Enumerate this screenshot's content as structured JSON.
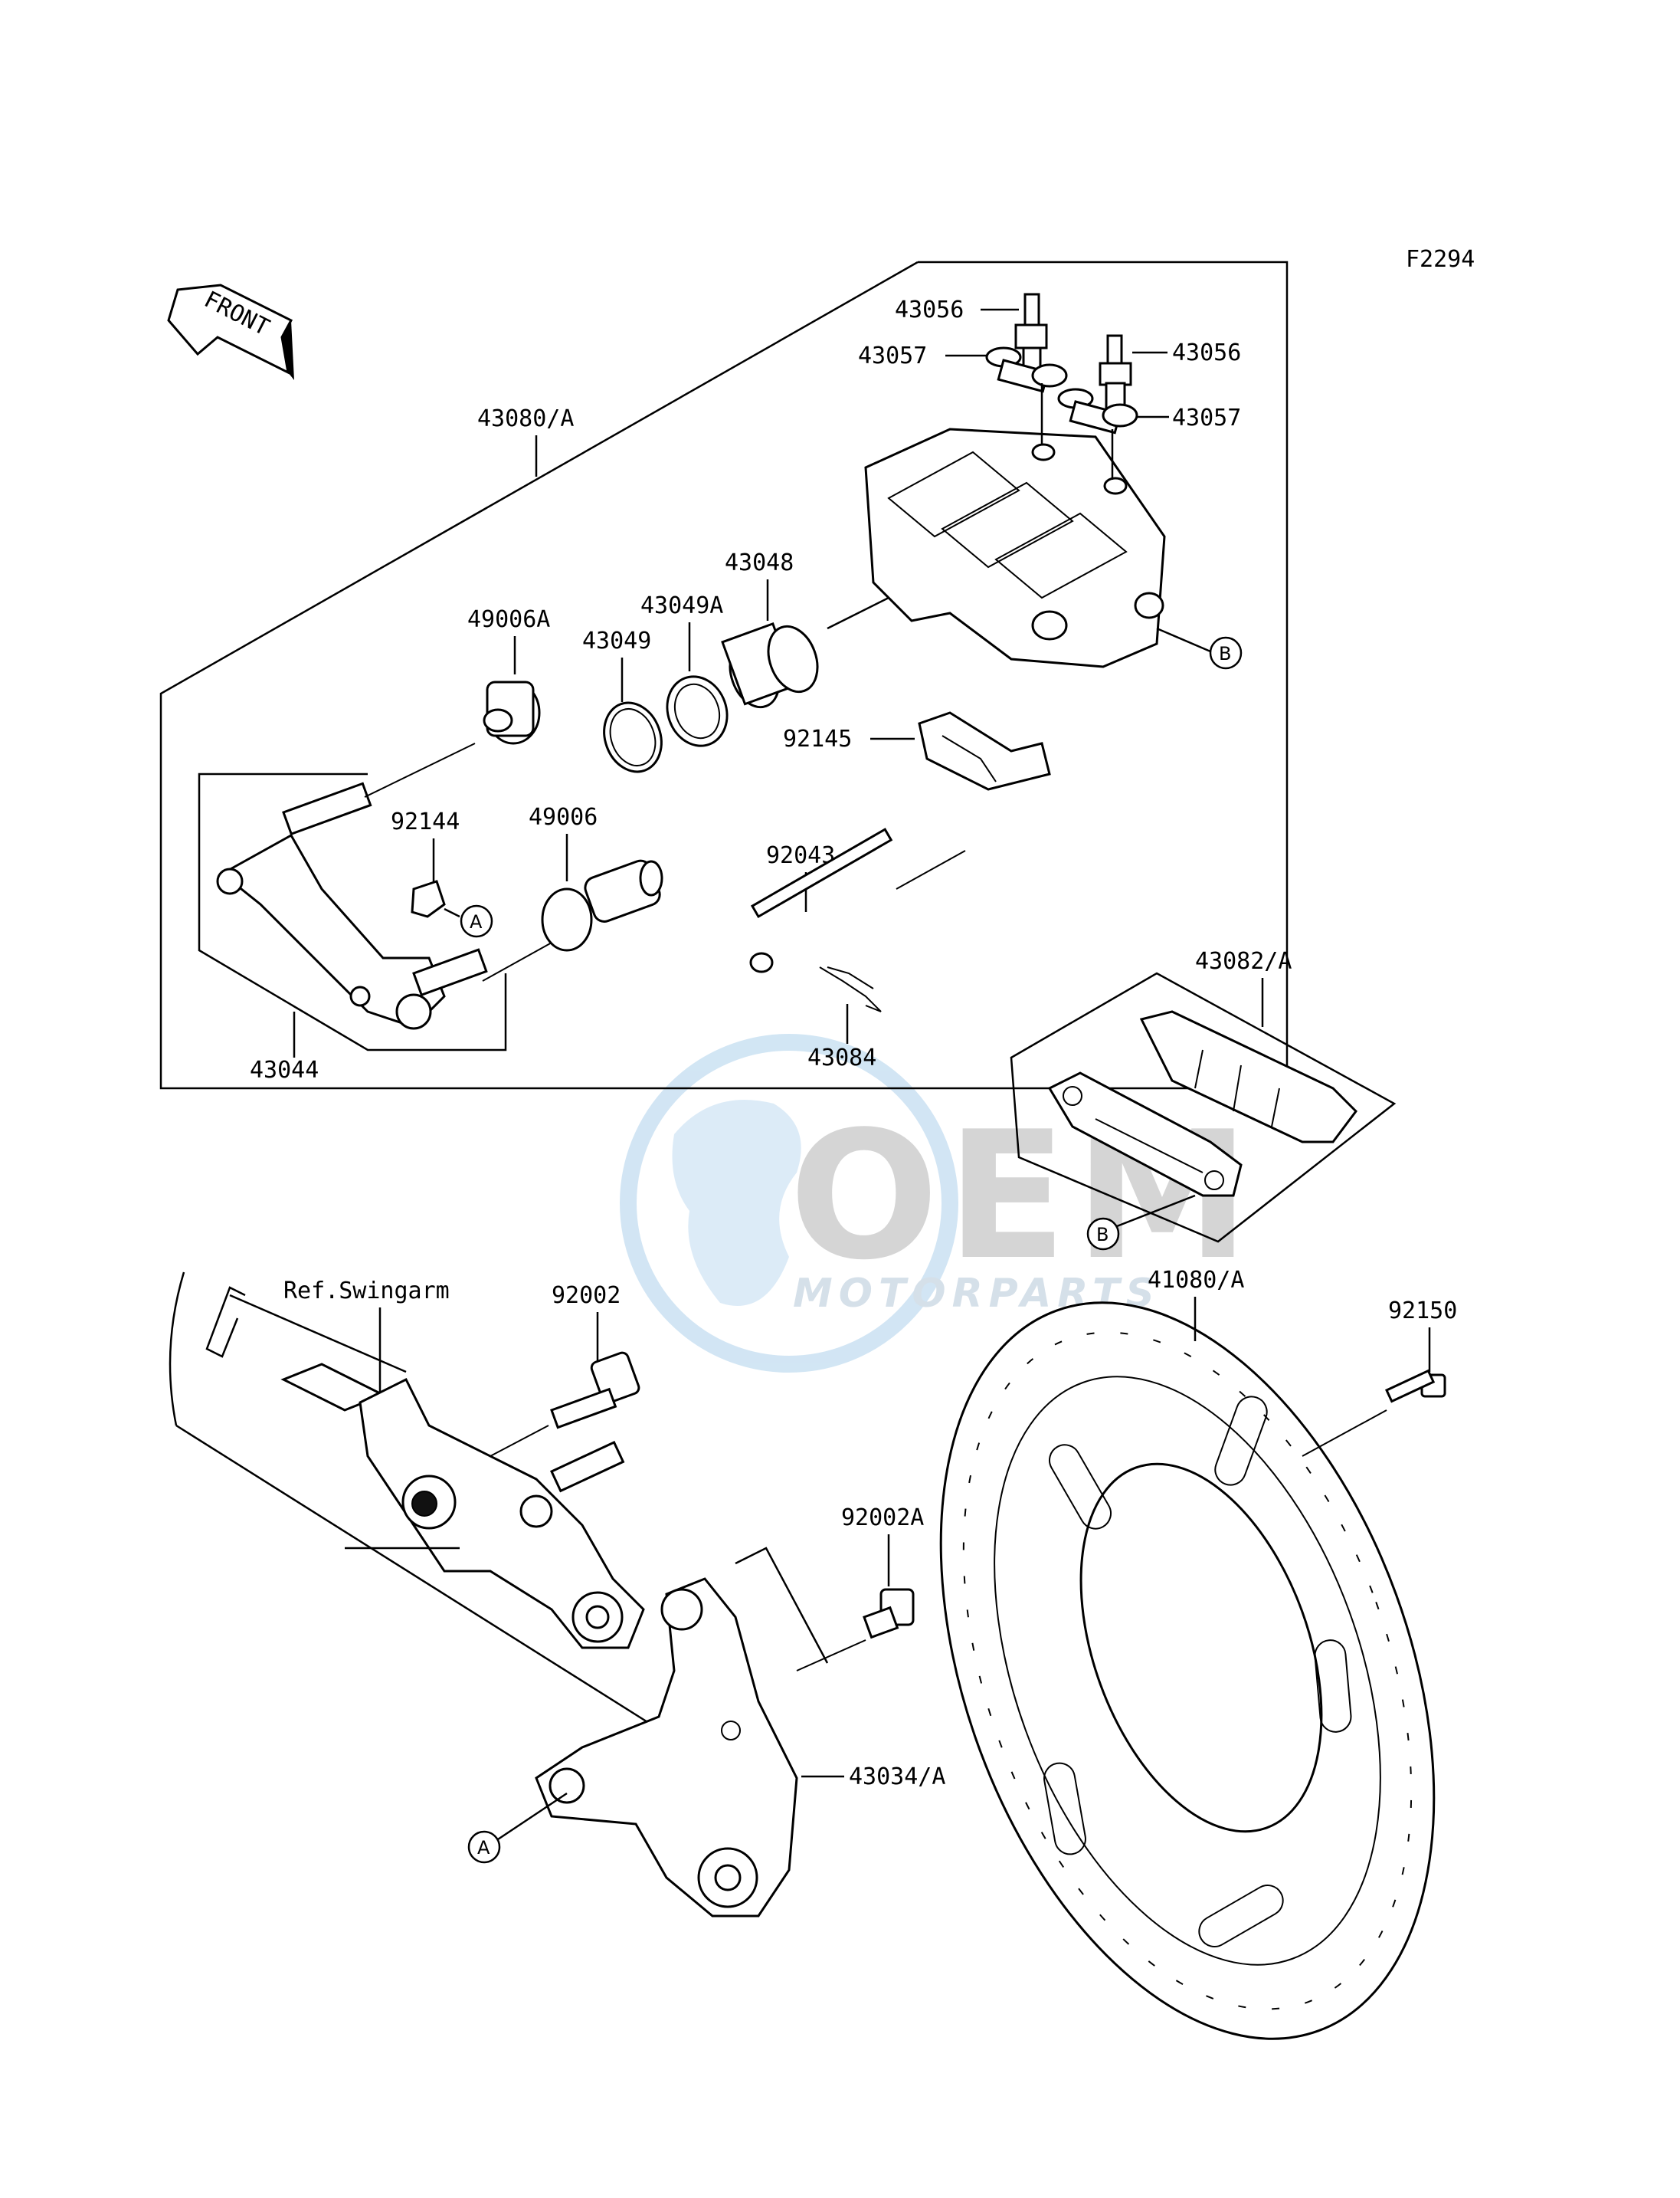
{
  "figure_code": "F2294",
  "front_label": "FRONT",
  "ref_label": "Ref.Swingarm",
  "watermark": {
    "brand": "OEM",
    "sub": "MOTORPARTS"
  },
  "callouts": {
    "a": "A",
    "b": "B"
  },
  "parts": {
    "p43080A": "43080/A",
    "p43056a": "43056",
    "p43056b": "43056",
    "p43057a": "43057",
    "p43057b": "43057",
    "p43048": "43048",
    "p43049A": "43049A",
    "p43049": "43049",
    "p49006A": "49006A",
    "p49006": "49006",
    "p92145": "92145",
    "p92144": "92144",
    "p92043": "92043",
    "p43084": "43084",
    "p43044": "43044",
    "p43082A": "43082/A",
    "p92002": "92002",
    "p92002A": "92002A",
    "p41080A": "41080/A",
    "p92150": "92150",
    "p43034A": "43034/A"
  }
}
